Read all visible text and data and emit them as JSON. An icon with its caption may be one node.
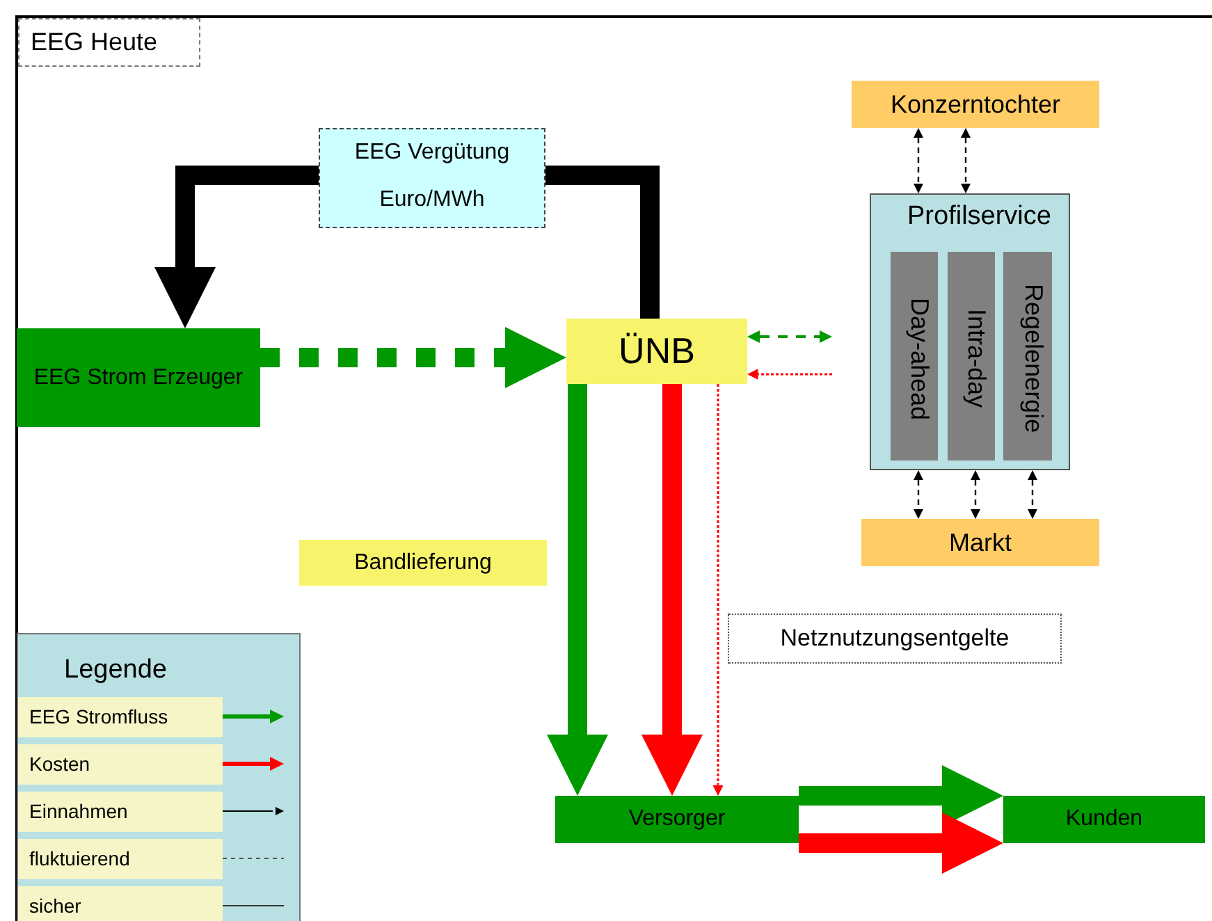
{
  "diagram": {
    "title": "EEG Heute",
    "nodes": [
      {
        "text": [
          "EEG Vergütung Euro/MWh"
        ]
      },
      {
        "text": [
          "Konzerntochter"
        ]
      },
      {
        "text": [
          "EEG Strom Erzeuger"
        ]
      },
      {
        "text": [
          "ÜNB"
        ]
      },
      {
        "text": [
          "Profilservice"
        ]
      },
      {
        "text": [
          "Day-ahead"
        ],
        "in": 4
      },
      {
        "text": [
          "Intra-day"
        ],
        "in": 4
      },
      {
        "text": [
          "Regelenergie"
        ],
        "in": 4
      },
      {
        "text": [
          "Markt"
        ]
      },
      {
        "text": [
          "Bandlieferung"
        ]
      },
      {
        "text": [
          "Netznutzungsentgelte"
        ]
      },
      {
        "text": [
          "Versorger"
        ]
      },
      {
        "text": [
          "Kunden"
        ]
      }
    ],
    "edges": [
      {
        "from": 3,
        "to": 0,
        "arrow": "none",
        "style": "thick",
        "color": "#000000"
      },
      {
        "from": 0,
        "to": 2,
        "arrow": "to",
        "style": "thick",
        "color": "#000000"
      },
      {
        "from": 2,
        "to": 3,
        "arrow": "to",
        "style": "dashed",
        "color": "#009900"
      },
      {
        "from": 3,
        "to": null,
        "arrow": "both",
        "style": "dashed",
        "color": "#009900"
      },
      {
        "from": null,
        "to": 3,
        "arrow": "to",
        "style": "dashed",
        "color": "#ff0000"
      },
      {
        "from": 3,
        "to": 11,
        "arrow": "to",
        "style": "thick",
        "color": "#009900"
      },
      {
        "from": 3,
        "to": 11,
        "arrow": "to",
        "style": "thick",
        "color": "#ff0000"
      },
      {
        "from": 3,
        "to": 11,
        "arrow": "to",
        "style": "dashed",
        "color": "#ff0000"
      },
      {
        "from": 11,
        "to": 12,
        "arrow": "to",
        "style": "thick",
        "color": "#009900"
      },
      {
        "from": 11,
        "to": 12,
        "arrow": "to",
        "style": "thick",
        "color": "#ff0000"
      },
      {
        "from": 1,
        "to": 4,
        "arrow": "both",
        "style": "dashed",
        "color": "#000000"
      },
      {
        "from": 1,
        "to": 4,
        "arrow": "both",
        "style": "dashed",
        "color": "#000000"
      },
      {
        "from": 4,
        "to": 8,
        "arrow": "both",
        "style": "dashed",
        "color": "#000000"
      },
      {
        "from": 4,
        "to": 8,
        "arrow": "both",
        "style": "dashed",
        "color": "#000000"
      },
      {
        "from": 4,
        "to": 8,
        "arrow": "both",
        "style": "dashed",
        "color": "#000000"
      }
    ],
    "labels": [
      "Legende"
    ],
    "legend": [
      {
        "text": "EEG Stromfluss"
      },
      {
        "text": "Kosten"
      },
      {
        "text": "Einnahmen"
      },
      {
        "text": "fluktuierend"
      },
      {
        "text": "sicher"
      }
    ]
  }
}
